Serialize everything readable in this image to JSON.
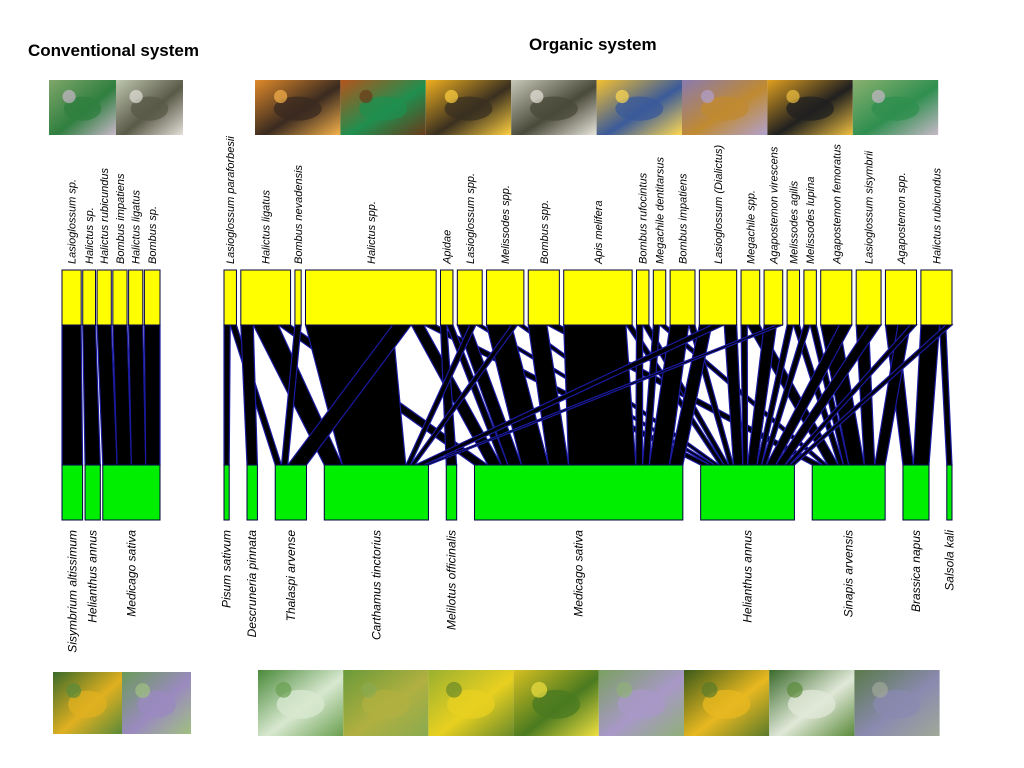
{
  "titles": {
    "conventional": "Conventional system",
    "organic": "Organic system"
  },
  "colors": {
    "pollinator_bar": "#ffff00",
    "plant_bar": "#00ee00",
    "bar_stroke": "#000044",
    "link": "#000000",
    "link_edge": "#1a1aa0"
  },
  "photos": {
    "bees": [
      {
        "icon": "sweat-bee-green-photo",
        "tone": [
          "#7fa66a",
          "#2f7f3f",
          "#c9b7c9"
        ]
      },
      {
        "icon": "bee-on-flower-photo",
        "tone": [
          "#bfc7b0",
          "#5a5a48",
          "#e3e0d8"
        ]
      },
      {
        "icon": "bee-on-orange-flower-photo",
        "tone": [
          "#e08a2a",
          "#3a2a20",
          "#f6b24a"
        ]
      },
      {
        "icon": "green-bee-on-sunflower-photo",
        "tone": [
          "#b4541c",
          "#1f8f4f",
          "#6a3a1a"
        ]
      },
      {
        "icon": "bee-on-yellow-flower-photo",
        "tone": [
          "#f0b020",
          "#3a3020",
          "#ffd040"
        ]
      },
      {
        "icon": "bee-on-white-flower-photo",
        "tone": [
          "#c8c8b8",
          "#4a4a3a",
          "#e8e6dc"
        ]
      },
      {
        "icon": "blue-banded-bee-photo",
        "tone": [
          "#f4c030",
          "#3a5a9a",
          "#ffd850"
        ]
      },
      {
        "icon": "honey-bee-on-purple-flower-photo",
        "tone": [
          "#8a7ab0",
          "#c08a30",
          "#b0a0d0"
        ]
      },
      {
        "icon": "bumble-bee-photo",
        "tone": [
          "#e0a020",
          "#202020",
          "#f0c040"
        ]
      },
      {
        "icon": "sweat-bee-on-flower-photo",
        "tone": [
          "#8ab070",
          "#2f8f4f",
          "#c8b8c8"
        ]
      }
    ],
    "plants": [
      {
        "icon": "sunflower-field-photo",
        "tone": [
          "#3a6a2a",
          "#e0b020",
          "#5a8a3a"
        ]
      },
      {
        "icon": "alfalfa-field-photo",
        "tone": [
          "#6a9a5a",
          "#9a8ac0",
          "#a0c080"
        ]
      },
      {
        "icon": "pea-plant-photo",
        "tone": [
          "#4a8a3a",
          "#d8e8d0",
          "#6aa050"
        ]
      },
      {
        "icon": "wheat-field-photo",
        "tone": [
          "#6a9a3a",
          "#b0b040",
          "#8aaa50"
        ]
      },
      {
        "icon": "yellow-flower-field-photo",
        "tone": [
          "#9ab030",
          "#e8d020",
          "#6a8a2a"
        ]
      },
      {
        "icon": "yellow-blossom-photo",
        "tone": [
          "#d8c020",
          "#4a7a20",
          "#f0e040"
        ]
      },
      {
        "icon": "alfalfa-bloom-photo",
        "tone": [
          "#7aa060",
          "#a898c8",
          "#90b078"
        ]
      },
      {
        "icon": "sunflower-photo",
        "tone": [
          "#3a5a1a",
          "#e8b820",
          "#5a7a2a"
        ]
      },
      {
        "icon": "white-flower-plant-photo",
        "tone": [
          "#3a6a2a",
          "#e0e8d8",
          "#5a8a3a"
        ]
      },
      {
        "icon": "purple-flower-plant-photo",
        "tone": [
          "#5a7a4a",
          "#8a8ab0",
          "#a0a898"
        ]
      }
    ]
  },
  "conventional": {
    "pollinators": [
      {
        "label": "Lasioglossum sp.",
        "w": 2.7
      },
      {
        "label": "Halictus sp.",
        "w": 1.8
      },
      {
        "label": "Halictus rubicundus",
        "w": 2.0
      },
      {
        "label": "Bombus impatiens",
        "w": 2.0
      },
      {
        "label": "Halictus ligatus",
        "w": 2.0
      },
      {
        "label": "Bombus sp.",
        "w": 2.2
      }
    ],
    "plants": [
      {
        "label": "Sisymbrium altissimum",
        "w": 2.7
      },
      {
        "label": "Helianthus annus",
        "w": 2.0
      },
      {
        "label": "Medicago sativa",
        "w": 7.5
      }
    ],
    "links": [
      [
        0,
        0
      ],
      [
        1,
        1
      ],
      [
        2,
        2
      ],
      [
        3,
        2
      ],
      [
        4,
        2
      ],
      [
        5,
        2
      ]
    ]
  },
  "organic": {
    "pollinators": [
      {
        "label": "Lasioglossum paraforbesii",
        "w": 1
      },
      {
        "label": "Halictus ligatus",
        "w": 4
      },
      {
        "label": "Bombus nevadensis",
        "w": 0.5
      },
      {
        "label": "Halictus spp.",
        "w": 10.5
      },
      {
        "label": "Apidae",
        "w": 1
      },
      {
        "label": "Lasioglossum spp.",
        "w": 2
      },
      {
        "label": "Melissodes spp.",
        "w": 3
      },
      {
        "label": "Bombus spp.",
        "w": 2.5
      },
      {
        "label": "Apis melifera",
        "w": 5.5
      },
      {
        "label": "Bombus rufocintus",
        "w": 1
      },
      {
        "label": "Megachile dentitarsus",
        "w": 1
      },
      {
        "label": "Bombus impatiens",
        "w": 2
      },
      {
        "label": "Lasioglossum (Dialictus)",
        "w": 3
      },
      {
        "label": "Megachile spp.",
        "w": 1.5
      },
      {
        "label": "Agapostemon virescens",
        "w": 1.5
      },
      {
        "label": "Melissodes agilis",
        "w": 1
      },
      {
        "label": "Melissodes lupina",
        "w": 1
      },
      {
        "label": "Agapostemon femoratus",
        "w": 2.5
      },
      {
        "label": "Lasioglossum sisymbrii",
        "w": 2
      },
      {
        "label": "Agapostemon spp.",
        "w": 2.5
      },
      {
        "label": "Halictus rubicundus",
        "w": 2.5
      }
    ],
    "plants": [
      {
        "label": "Pisum sativum",
        "w": 0.5
      },
      {
        "label": "Descruneria pinnata",
        "w": 1
      },
      {
        "label": "Thalaspi arvense",
        "w": 3
      },
      {
        "label": "Carthamus tinctorius",
        "w": 10
      },
      {
        "label": "Melilotus officinalis",
        "w": 1
      },
      {
        "label": "Medicago sativa",
        "w": 20
      },
      {
        "label": "Helianthus annus",
        "w": 9
      },
      {
        "label": "Sinapis arvensis",
        "w": 7
      },
      {
        "label": "Brassica napus",
        "w": 2.5
      },
      {
        "label": "Salsola kali",
        "w": 0.5
      }
    ],
    "links": [
      [
        0,
        0,
        0.5
      ],
      [
        0,
        2,
        0.5
      ],
      [
        1,
        1,
        1
      ],
      [
        1,
        3,
        2
      ],
      [
        1,
        5,
        1
      ],
      [
        2,
        2,
        0.5
      ],
      [
        3,
        3,
        7
      ],
      [
        3,
        2,
        1.5
      ],
      [
        3,
        5,
        1
      ],
      [
        3,
        6,
        1
      ],
      [
        4,
        4,
        0.5
      ],
      [
        4,
        5,
        0.5
      ],
      [
        5,
        5,
        1
      ],
      [
        5,
        3,
        0.5
      ],
      [
        5,
        6,
        0.5
      ],
      [
        6,
        5,
        2
      ],
      [
        6,
        3,
        0.5
      ],
      [
        6,
        6,
        0.5
      ],
      [
        7,
        5,
        1.5
      ],
      [
        7,
        7,
        1
      ],
      [
        8,
        5,
        5
      ],
      [
        8,
        6,
        0.5
      ],
      [
        9,
        5,
        0.5
      ],
      [
        9,
        6,
        0.5
      ],
      [
        10,
        5,
        0.5
      ],
      [
        10,
        7,
        0.5
      ],
      [
        11,
        5,
        1.5
      ],
      [
        11,
        6,
        0.5
      ],
      [
        12,
        5,
        1
      ],
      [
        12,
        3,
        1
      ],
      [
        12,
        6,
        1
      ],
      [
        13,
        6,
        0.5
      ],
      [
        13,
        7,
        1
      ],
      [
        14,
        6,
        1
      ],
      [
        14,
        3,
        0.5
      ],
      [
        15,
        6,
        0.5
      ],
      [
        15,
        7,
        0.5
      ],
      [
        16,
        6,
        0.5
      ],
      [
        16,
        7,
        0.5
      ],
      [
        17,
        7,
        1.5
      ],
      [
        17,
        6,
        1
      ],
      [
        18,
        7,
        1
      ],
      [
        18,
        6,
        1
      ],
      [
        19,
        8,
        1
      ],
      [
        19,
        7,
        1
      ],
      [
        19,
        6,
        0.5
      ],
      [
        20,
        8,
        1.5
      ],
      [
        20,
        9,
        0.5
      ],
      [
        20,
        6,
        0.5
      ]
    ]
  }
}
